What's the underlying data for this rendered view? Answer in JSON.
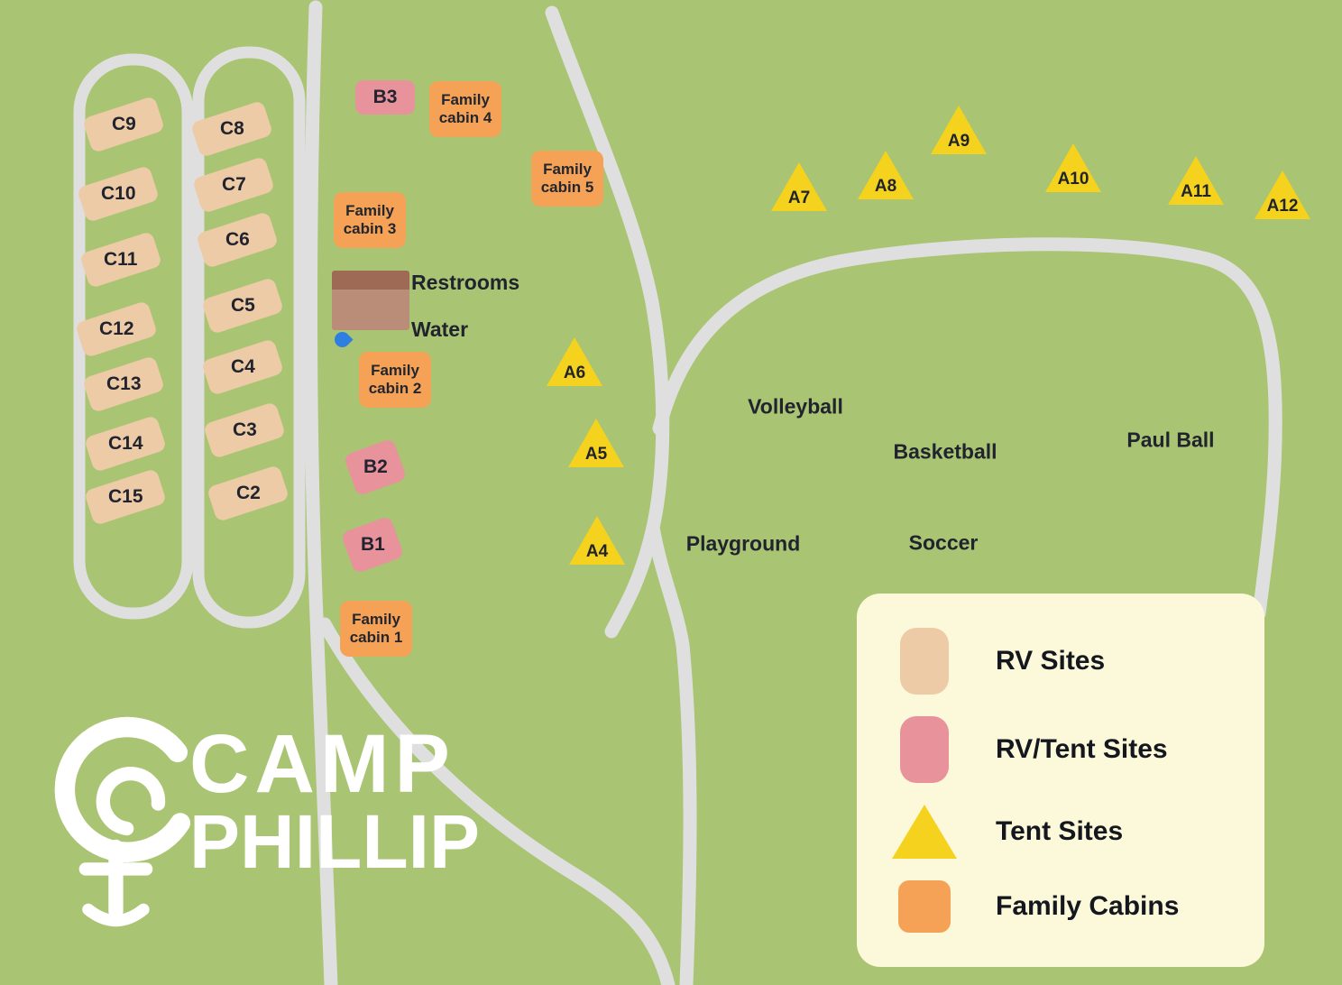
{
  "logo": {
    "line1": "CAMP",
    "line2": "PHILLIP"
  },
  "rv_sites": [
    "C9",
    "C10",
    "C11",
    "C12",
    "C13",
    "C14",
    "C15",
    "C8",
    "C7",
    "C6",
    "C5",
    "C4",
    "C3",
    "C2"
  ],
  "rv_tent_sites": [
    "B3",
    "B2",
    "B1"
  ],
  "tent_sites": [
    "A6",
    "A5",
    "A4",
    "A7",
    "A8",
    "A9",
    "A10",
    "A11",
    "A12"
  ],
  "family_cabins": [
    "Family cabin 4",
    "Family cabin 5",
    "Family cabin 3",
    "Family cabin 2",
    "Family cabin 1"
  ],
  "facilities": {
    "restrooms": "Restrooms",
    "water": "Water"
  },
  "areas": {
    "volleyball": "Volleyball",
    "basketball": "Basketball",
    "paul_ball": "Paul Ball",
    "playground": "Playground",
    "soccer": "Soccer"
  },
  "legend": {
    "items": [
      {
        "label": "RV Sites"
      },
      {
        "label": "RV/Tent Sites"
      },
      {
        "label": "Tent Sites"
      },
      {
        "label": "Family Cabins"
      }
    ]
  },
  "colors": {
    "background": "#a9c472",
    "road": "#dfdfdf",
    "rv_site": "#edcba6",
    "rv_tent_site": "#e8929c",
    "tent_site": "#f5d21d",
    "family_cabin": "#f5a257",
    "restrooms_roof": "#9e6a56",
    "restrooms_body": "#b98d78",
    "water_drop": "#2f7fe0",
    "legend_background": "#fcf8da",
    "text": "#21242e"
  }
}
